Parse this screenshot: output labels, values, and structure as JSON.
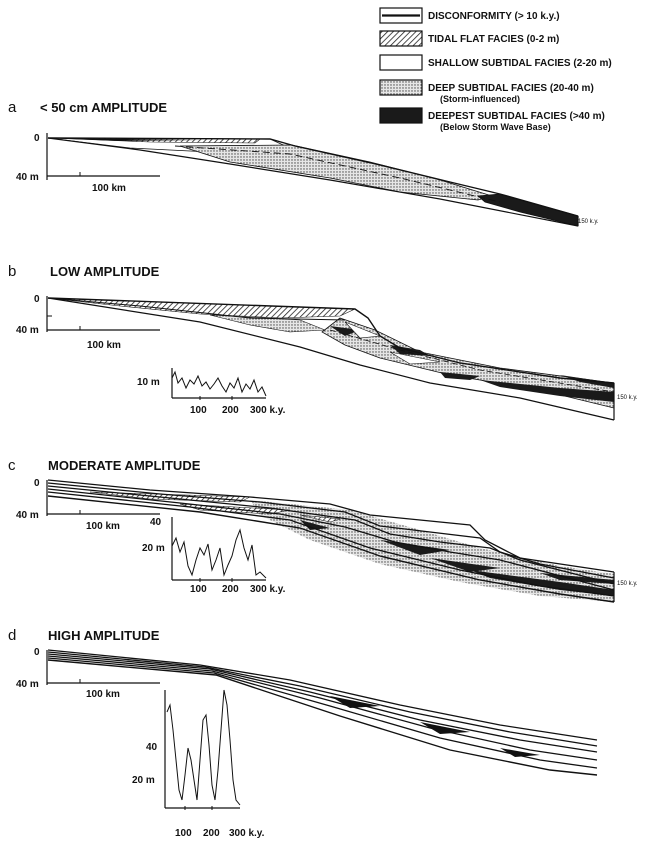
{
  "legend": {
    "items": [
      {
        "key": "disconformity",
        "label": "DISCONFORMITY (> 10 k.y.)",
        "sub": ""
      },
      {
        "key": "tidal",
        "label": "TIDAL FLAT FACIES (0-2 m)",
        "sub": ""
      },
      {
        "key": "shallow",
        "label": "SHALLOW SUBTIDAL FACIES (2-20 m)",
        "sub": ""
      },
      {
        "key": "deep",
        "label": "DEEP SUBTIDAL FACIES (20-40 m)",
        "sub": "(Storm-influenced)"
      },
      {
        "key": "deepest",
        "label": "DEEPEST SUBTIDAL FACIES (>40 m)",
        "sub": "(Below Storm Wave Base)"
      }
    ]
  },
  "panels": {
    "a": {
      "letter": "a",
      "title": "< 50 cm AMPLITUDE",
      "depth_top": "0",
      "depth_bottom": "40 m",
      "scale": "100 km",
      "age": "150 k.y."
    },
    "b": {
      "letter": "b",
      "title": "LOW AMPLITUDE",
      "depth_top": "0",
      "depth_bottom": "40 m",
      "scale": "100 km",
      "age": "150 k.y.",
      "inset": {
        "ylabel": "10  m",
        "ticks": [
          "100",
          "200",
          "300 k.y."
        ]
      }
    },
    "c": {
      "letter": "c",
      "title": "MODERATE AMPLITUDE",
      "depth_top": "0",
      "depth_bottom": "40 m",
      "scale": "100 km",
      "age": "150 k.y.",
      "inset": {
        "ylabel_top": "40",
        "ylabel": "20 m",
        "ticks": [
          "100",
          "200",
          "300 k.y."
        ]
      }
    },
    "d": {
      "letter": "d",
      "title": "HIGH AMPLITUDE",
      "depth_top": "0",
      "depth_bottom": "40 m",
      "scale": "100 km",
      "inset": {
        "ylabel_top": "40",
        "ylabel": "20 m",
        "ticks": [
          "100",
          "200",
          "300 k.y."
        ]
      }
    }
  }
}
